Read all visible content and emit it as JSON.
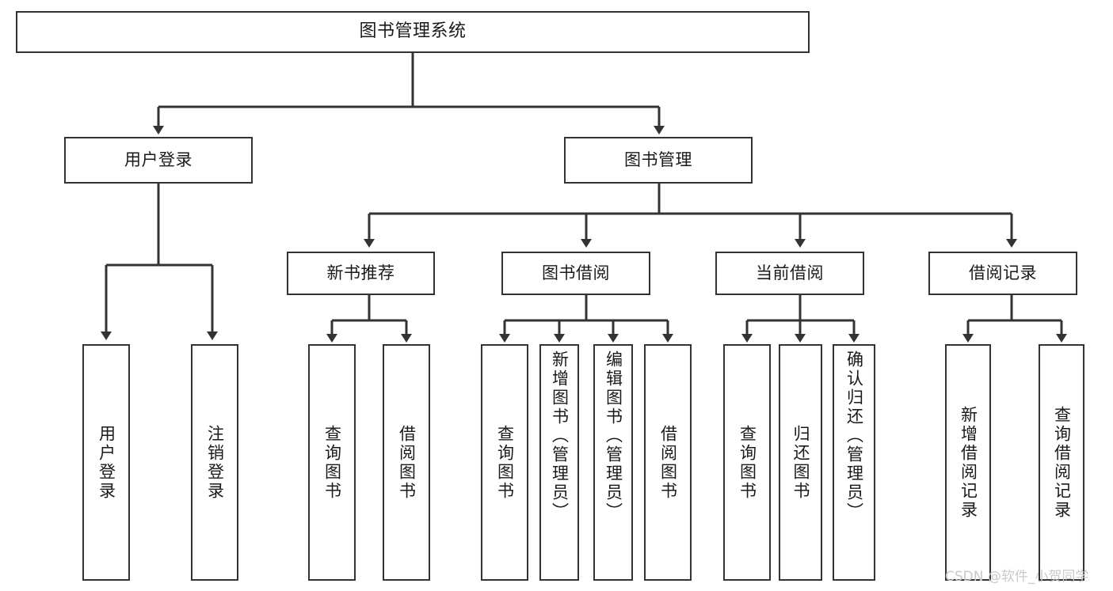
{
  "diagram": {
    "title": "图书管理系统",
    "type": "tree",
    "colors": {
      "background": "#ffffff",
      "box_border": "#333333",
      "box_fill": "#ffffff",
      "text": "#1a1a1a",
      "connector": "#333333",
      "watermark": "#c9c9c9"
    },
    "root": {
      "label": "图书管理系统"
    },
    "level2": [
      {
        "label": "用户登录"
      },
      {
        "label": "图书管理"
      }
    ],
    "level3": [
      {
        "label": "新书推荐"
      },
      {
        "label": "图书借阅"
      },
      {
        "label": "当前借阅"
      },
      {
        "label": "借阅记录"
      }
    ],
    "leaves": {
      "user_login": [
        {
          "label": "用户登录"
        },
        {
          "label": "注销登录"
        }
      ],
      "new_book_recommend": [
        {
          "label": "查询图书"
        },
        {
          "label": "借阅图书"
        }
      ],
      "book_borrow": [
        {
          "label": "查询图书"
        },
        {
          "label": "新增图书（管理员）"
        },
        {
          "label": "编辑图书（管理员）"
        },
        {
          "label": "借阅图书"
        }
      ],
      "current_borrow": [
        {
          "label": "查询图书"
        },
        {
          "label": "归还图书"
        },
        {
          "label": "确认归还（管理员）"
        }
      ],
      "borrow_record": [
        {
          "label": "新增借阅记录"
        },
        {
          "label": "查询借阅记录"
        }
      ]
    }
  },
  "watermark": {
    "text": "CSDN @软件_小贺同学"
  }
}
